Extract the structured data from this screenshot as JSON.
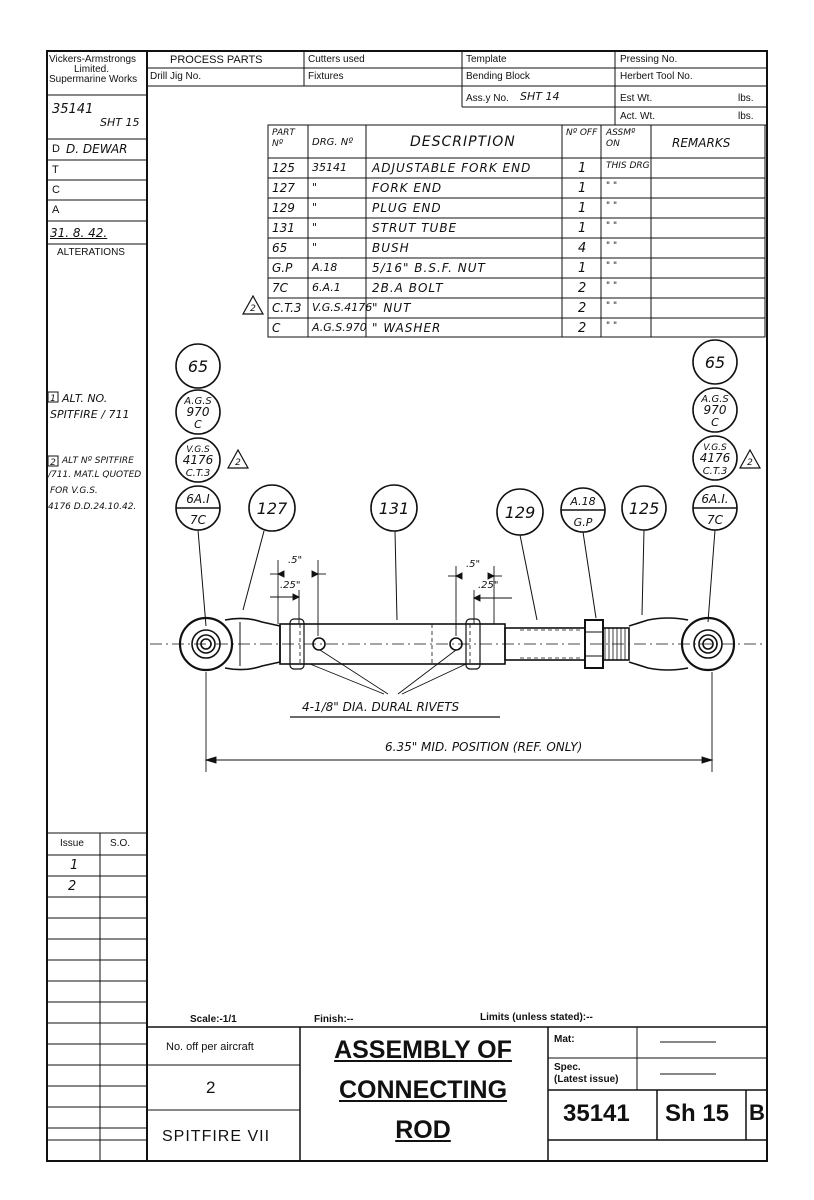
{
  "company": {
    "line1": "Vickers-Armstrongs",
    "line2": "Limited.",
    "line3": "Supermarine Works"
  },
  "drawing_ref": {
    "number": "35141",
    "sheet": "SHT 15"
  },
  "signoff": [
    {
      "label": "D",
      "value": "D. DEWAR"
    },
    {
      "label": "T",
      "value": ""
    },
    {
      "label": "C",
      "value": ""
    },
    {
      "label": "A",
      "value": ""
    }
  ],
  "date": "31. 8. 42.",
  "alterations_label": "ALTERATIONS",
  "header": {
    "process_parts": "PROCESS PARTS",
    "drill_jig": "Drill Jig No.",
    "cutters_used": "Cutters used",
    "fixtures": "Fixtures",
    "template": "Template",
    "bending_block": "Bending Block",
    "assy_label": "Ass.y No.",
    "assy_value": "SHT 14",
    "pressing": "Pressing No.",
    "herbert": "Herbert Tool No.",
    "est_wt": "Est Wt.",
    "act_wt": "Act. Wt.",
    "lbs": "lbs."
  },
  "parts_table": {
    "headers": {
      "part": "PART Nº",
      "drg": "DRG. Nº",
      "desc": "DESCRIPTION",
      "no_off": "Nº OFF",
      "assm": "ASSMº ON",
      "remarks": "REMARKS"
    },
    "rows": [
      {
        "part": "125",
        "drg": "35141",
        "desc": "ADJUSTABLE FORK END",
        "off": "1",
        "assm": "THIS DRG",
        "remarks": ""
      },
      {
        "part": "127",
        "drg": "\"",
        "desc": "FORK END",
        "off": "1",
        "assm": "\" \"",
        "remarks": ""
      },
      {
        "part": "129",
        "drg": "\"",
        "desc": "PLUG END",
        "off": "1",
        "assm": "\" \"",
        "remarks": ""
      },
      {
        "part": "131",
        "drg": "\"",
        "desc": "STRUT TUBE",
        "off": "1",
        "assm": "\" \"",
        "remarks": ""
      },
      {
        "part": "65",
        "drg": "\"",
        "desc": "BUSH",
        "off": "4",
        "assm": "\" \"",
        "remarks": ""
      },
      {
        "part": "G.P",
        "drg": "A.18",
        "desc": "5/16\" B.S.F. NUT",
        "off": "1",
        "assm": "\" \"",
        "remarks": ""
      },
      {
        "part": "7C",
        "drg": "6.A.1",
        "desc": "2B.A BOLT",
        "off": "2",
        "assm": "\" \"",
        "remarks": ""
      },
      {
        "part": "C.T.3",
        "drg": "V.G.S.4176",
        "desc": "\" NUT",
        "off": "2",
        "assm": "\" \"",
        "remarks": ""
      },
      {
        "part": "C",
        "drg": "A.G.S.970",
        "desc": "\" WASHER",
        "off": "2",
        "assm": "\" \"",
        "remarks": ""
      }
    ],
    "alt_marker": "2"
  },
  "alt_notes": {
    "note1_num": "1",
    "note1_line1": "ALT. NO.",
    "note1_line2": "SPITFIRE / 711",
    "note2_num": "2",
    "note2_line1": "ALT Nº SPITFIRE",
    "note2_line2": "/711. MAT.L QUOTED",
    "note2_line3": "FOR V.G.S.",
    "note2_line4": "4176 D.D.24.10.42."
  },
  "balloons": {
    "left_65": "65",
    "left_ags": [
      "A.G.S",
      "970",
      "C"
    ],
    "left_vgs": [
      "V.G.S",
      "4176",
      "C.T.3"
    ],
    "left_6a": [
      "6A.I",
      "7C"
    ],
    "right_65": "65",
    "right_ags": [
      "A.G.S",
      "970",
      "C"
    ],
    "right_vgs": [
      "V.G.S",
      "4176",
      "C.T.3"
    ],
    "right_6a": [
      "6A.I.",
      "7C"
    ],
    "b127": "127",
    "b131": "131",
    "b129": "129",
    "ba18": [
      "A.18",
      "G.P"
    ],
    "b125": "125",
    "alt_flag": "2"
  },
  "dimensions": {
    "left_5": ".5\"",
    "left_25": ".25\"",
    "right_5": ".5\"",
    "right_25": ".25\"",
    "rivets": "4-1/8\" DIA. DURAL RIVETS",
    "overall": "6.35\" MID. POSITION (REF. ONLY)"
  },
  "issue_table": {
    "issue_label": "Issue",
    "so_label": "S.O.",
    "issues": [
      "1",
      "2"
    ]
  },
  "footer": {
    "scale": "Scale:-1/1",
    "finish": "Finish:--",
    "limits": "Limits (unless stated):--",
    "no_off_label": "No. off per aircraft",
    "no_off_value": "2",
    "aircraft": "SPITFIRE VII",
    "title_lines": [
      "ASSEMBLY OF",
      "CONNECTING",
      "ROD"
    ],
    "mat": "Mat:",
    "spec": "Spec.",
    "spec2": "(Latest issue)",
    "drawing_no": "35141",
    "sheet": "Sh 15",
    "rev": "B"
  }
}
